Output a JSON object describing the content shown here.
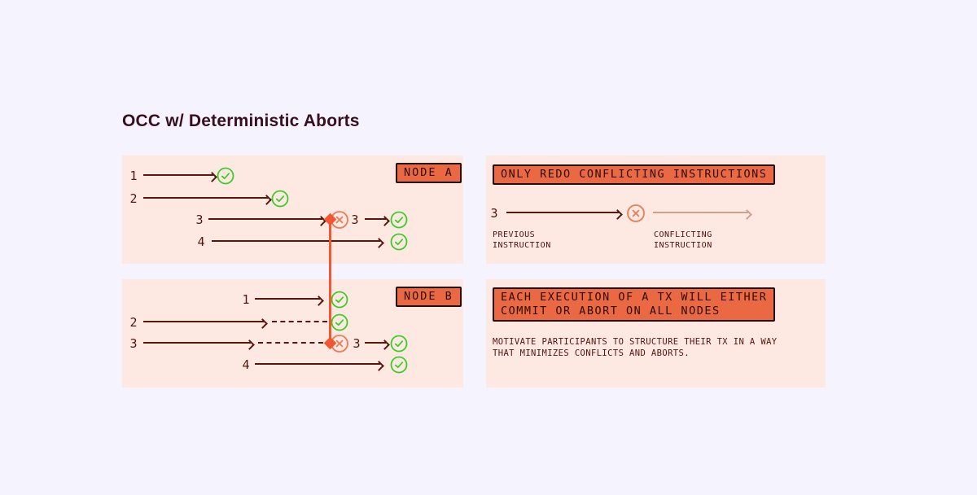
{
  "title": "OCC w/ Deterministic Aborts",
  "palette": {
    "page_bg": "#f5f3fd",
    "panel_bg": "#fde9e2",
    "ink_maroon": "#50150f",
    "badge_bg": "#eb6942",
    "badge_border": "#1f0d09",
    "connector_orange": "#f15733",
    "check_green": "#3ecb2a",
    "abort_salmon": "#ef7a57",
    "faded_arrow": "#cf9f92"
  },
  "icons": {
    "check": "green circled check mark",
    "abort": "salmon circled x mark",
    "connector": "orange vertical line with diamond endpoints"
  },
  "node_a": {
    "badge": "NODE A",
    "rows": {
      "r1": "1",
      "r2": "2",
      "r3": "3",
      "r3_retry": "3",
      "r4": "4"
    }
  },
  "node_b": {
    "badge": "NODE B",
    "rows": {
      "r1": "1",
      "r2": "2",
      "r3": "3",
      "r3_retry": "3",
      "r4": "4"
    }
  },
  "redo_panel": {
    "heading": "ONLY REDO CONFLICTING INSTRUCTIONS",
    "tx_number": "3",
    "previous_label": "PREVIOUS\nINSTRUCTION",
    "conflicting_label": "CONFLICTING\nINSTRUCTION"
  },
  "commit_panel": {
    "heading": "EACH EXECUTION OF A TX WILL EITHER\nCOMMIT OR ABORT ON ALL NODES",
    "body": "MOTIVATE PARTICIPANTS TO STRUCTURE THEIR TX IN A WAY\nTHAT MINIMIZES CONFLICTS AND ABORTS."
  }
}
